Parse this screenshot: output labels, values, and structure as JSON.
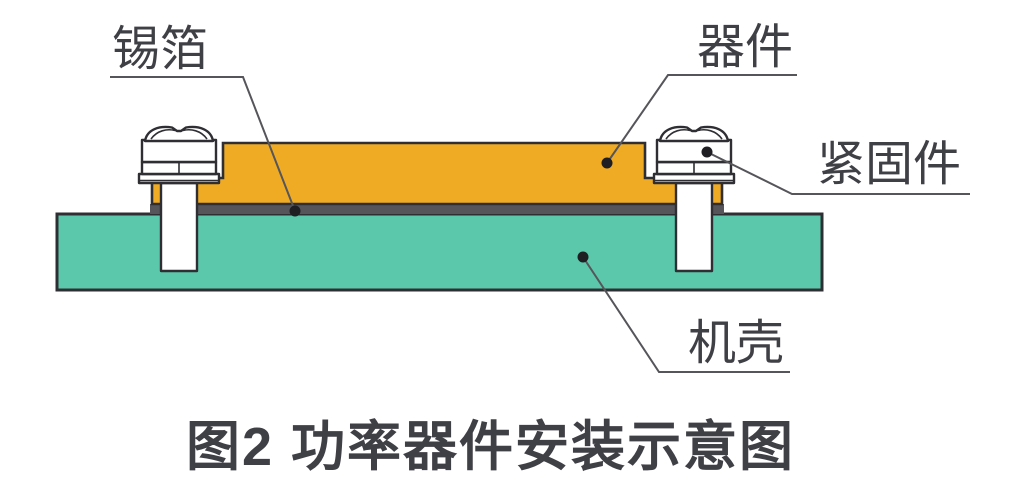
{
  "figure": {
    "caption": "图2 功率器件安装示意图",
    "labels": {
      "foil": "锡箔",
      "device": "器件",
      "fastener": "紧固件",
      "chassis": "机壳"
    },
    "colors": {
      "device_fill": "#F0AB25",
      "chassis_fill": "#5BC8AC",
      "foil_fill": "#55555A",
      "screw_fill": "#FFFFFF",
      "leader_line": "#55555A",
      "label_text": "#3F3F46"
    }
  }
}
